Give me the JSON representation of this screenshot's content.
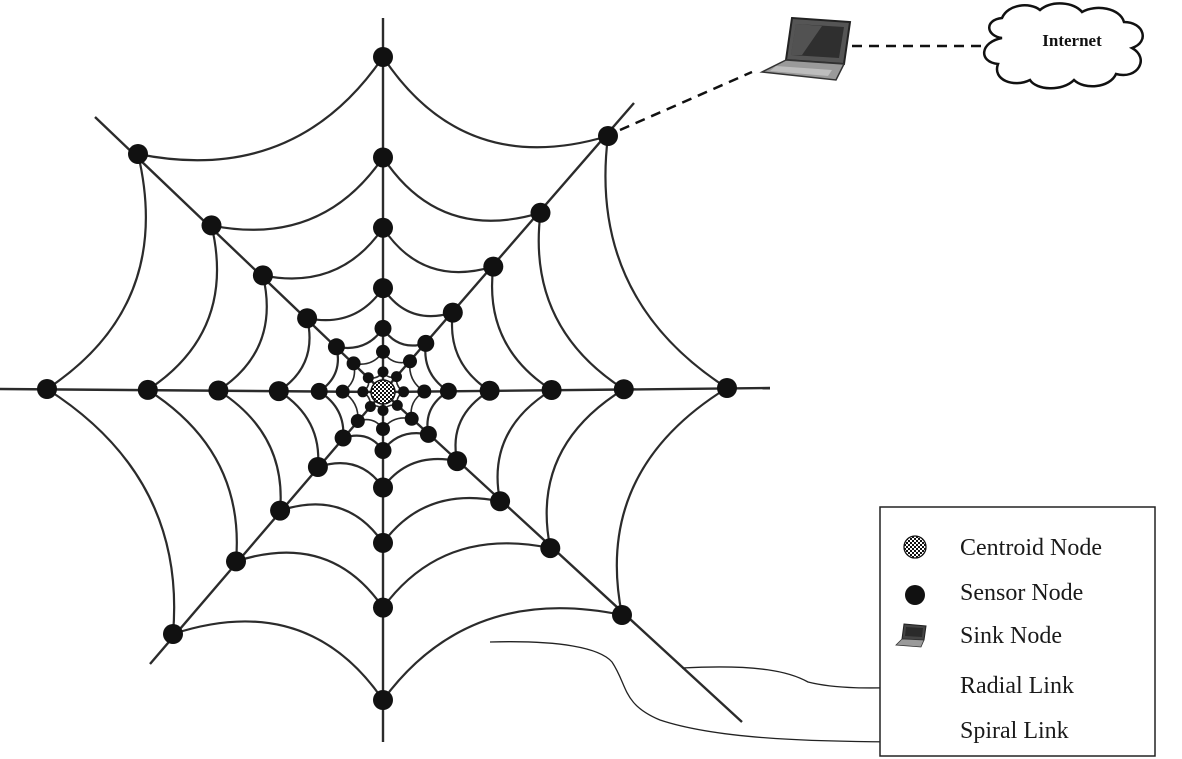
{
  "internet": {
    "label": "Internet"
  },
  "legend": {
    "items": [
      {
        "key": "centroid",
        "label": "Centroid Node",
        "icon": "centroid-node-icon"
      },
      {
        "key": "sensor",
        "label": "Sensor Node",
        "icon": "sensor-node-icon"
      },
      {
        "key": "sink",
        "label": "Sink Node",
        "icon": "laptop-icon"
      },
      {
        "key": "radial",
        "label": "Radial Link",
        "icon": "arrow-icon"
      },
      {
        "key": "spiral",
        "label": "Spiral Link",
        "icon": "arrow-icon"
      }
    ]
  },
  "colors": {
    "line": "#2b2b2b",
    "node": "#111111",
    "background": "#ffffff"
  }
}
